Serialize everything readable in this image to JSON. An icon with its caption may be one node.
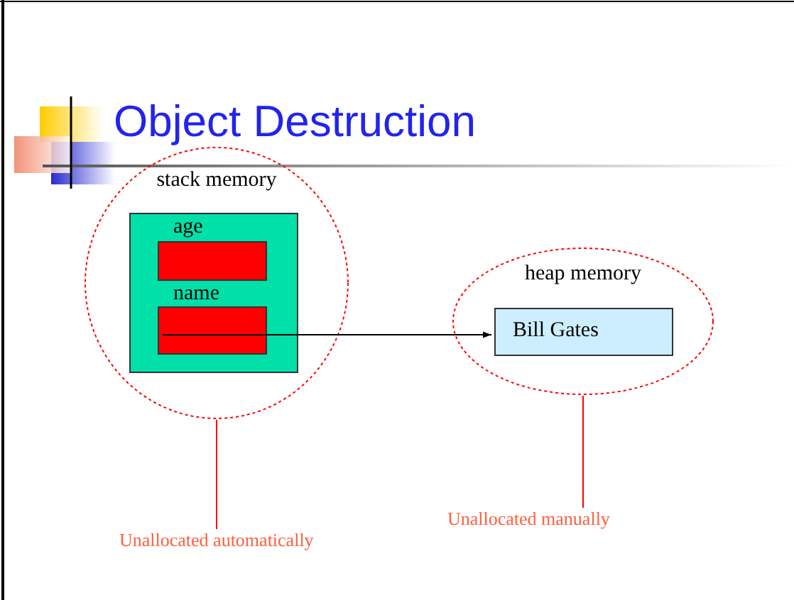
{
  "diagram": {
    "title": "Object Destruction",
    "nodes": [
      {
        "text": [
          "stack memory"
        ]
      },
      {
        "text": [],
        "shape": "box",
        "in": 0
      },
      {
        "text": [
          "age"
        ],
        "in": 1
      },
      {
        "text": [
          "name"
        ],
        "in": 1
      },
      {
        "text": [
          "heap memory"
        ]
      },
      {
        "text": [
          "Bill Gates"
        ],
        "in": 4
      },
      {
        "text": [
          "Unallocated automatically"
        ]
      },
      {
        "text": [
          "Unallocated manually"
        ]
      }
    ],
    "edges": [
      {
        "from": 3,
        "to": 5,
        "arrow": "to",
        "color": "#000000"
      },
      {
        "from": 6,
        "to": 0,
        "arrow": "none"
      },
      {
        "from": 7,
        "to": 4,
        "arrow": "none"
      }
    ]
  }
}
